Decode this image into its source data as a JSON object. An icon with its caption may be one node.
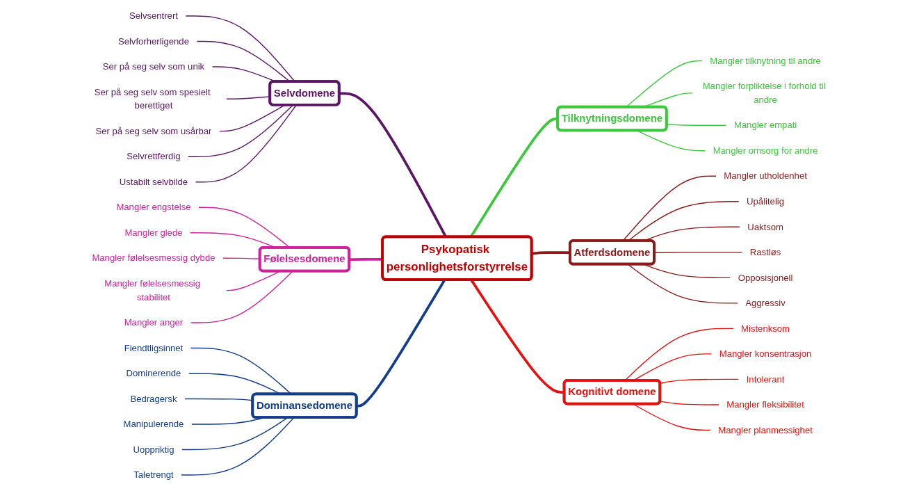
{
  "diagram": {
    "nodes": [
      {
        "text": [
          "Psykopatisk personlighetsforstyrrelse"
        ]
      },
      {
        "text": [
          "Selvdomene"
        ]
      },
      {
        "text": [
          "Selvsentrert"
        ]
      },
      {
        "text": [
          "Selvforherligende"
        ]
      },
      {
        "text": [
          "Ser på seg selv som unik"
        ]
      },
      {
        "text": [
          "Ser på seg selv som spesielt berettiget"
        ]
      },
      {
        "text": [
          "Ser på seg selv som usårbar"
        ]
      },
      {
        "text": [
          "Selvrettferdig"
        ]
      },
      {
        "text": [
          "Ustabilt selvbilde"
        ]
      },
      {
        "text": [
          "Tilknytningsdomene"
        ]
      },
      {
        "text": [
          "Mangler tilknytning til andre"
        ]
      },
      {
        "text": [
          "Mangler forpliktelse i forhold til andre"
        ]
      },
      {
        "text": [
          "Mangler empati"
        ]
      },
      {
        "text": [
          "Mangler omsorg for andre"
        ]
      },
      {
        "text": [
          "Følelsesdomene"
        ]
      },
      {
        "text": [
          "Mangler engstelse"
        ]
      },
      {
        "text": [
          "Mangler glede"
        ]
      },
      {
        "text": [
          "Mangler følelsesmessig dybde"
        ]
      },
      {
        "text": [
          "Mangler følelsesmessig stabilitet"
        ]
      },
      {
        "text": [
          "Mangler anger"
        ]
      },
      {
        "text": [
          "Atferdsdomene"
        ]
      },
      {
        "text": [
          "Mangler utholdenhet"
        ]
      },
      {
        "text": [
          "Upålitelig"
        ]
      },
      {
        "text": [
          "Uaktsom"
        ]
      },
      {
        "text": [
          "Rastløs"
        ]
      },
      {
        "text": [
          "Opposisjonell"
        ]
      },
      {
        "text": [
          "Aggressiv"
        ]
      },
      {
        "text": [
          "Dominansedomene"
        ]
      },
      {
        "text": [
          "Fiendtligsinnet"
        ]
      },
      {
        "text": [
          "Dominerende"
        ]
      },
      {
        "text": [
          "Bedragersk"
        ]
      },
      {
        "text": [
          "Manipulerende"
        ]
      },
      {
        "text": [
          "Uoppriktig"
        ]
      },
      {
        "text": [
          "Taletrengt"
        ]
      },
      {
        "text": [
          "Kognitivt domene"
        ]
      },
      {
        "text": [
          "Mistenksom"
        ]
      },
      {
        "text": [
          "Mangler konsentrasjon"
        ]
      },
      {
        "text": [
          "Intolerant"
        ]
      },
      {
        "text": [
          "Mangler fleksibilitet"
        ]
      },
      {
        "text": [
          "Mangler planmessighet"
        ]
      }
    ],
    "edges": [
      {
        "from": 0,
        "to": 1,
        "arrow": "none",
        "style": "thick",
        "color": "#5c1466"
      },
      {
        "from": 1,
        "to": 2,
        "arrow": "none",
        "color": "#5c1466"
      },
      {
        "from": 1,
        "to": 3,
        "arrow": "none",
        "color": "#5c1466"
      },
      {
        "from": 1,
        "to": 4,
        "arrow": "none",
        "color": "#5c1466"
      },
      {
        "from": 1,
        "to": 5,
        "arrow": "none",
        "color": "#5c1466"
      },
      {
        "from": 1,
        "to": 6,
        "arrow": "none",
        "color": "#5c1466"
      },
      {
        "from": 1,
        "to": 7,
        "arrow": "none",
        "color": "#5c1466"
      },
      {
        "from": 1,
        "to": 8,
        "arrow": "none",
        "color": "#5c1466"
      },
      {
        "from": 0,
        "to": 9,
        "arrow": "none",
        "style": "thick",
        "color": "#3cc83c"
      },
      {
        "from": 9,
        "to": 10,
        "arrow": "none",
        "color": "#3cc83c"
      },
      {
        "from": 9,
        "to": 11,
        "arrow": "none",
        "color": "#3cc83c"
      },
      {
        "from": 9,
        "to": 12,
        "arrow": "none",
        "color": "#3cc83c"
      },
      {
        "from": 9,
        "to": 13,
        "arrow": "none",
        "color": "#3cc83c"
      },
      {
        "from": 0,
        "to": 14,
        "arrow": "none",
        "style": "thick",
        "color": "#d0219c"
      },
      {
        "from": 14,
        "to": 15,
        "arrow": "none",
        "color": "#d0219c"
      },
      {
        "from": 14,
        "to": 16,
        "arrow": "none",
        "color": "#d0219c"
      },
      {
        "from": 14,
        "to": 17,
        "arrow": "none",
        "color": "#d0219c"
      },
      {
        "from": 14,
        "to": 18,
        "arrow": "none",
        "color": "#d0219c"
      },
      {
        "from": 14,
        "to": 19,
        "arrow": "none",
        "color": "#d0219c"
      },
      {
        "from": 0,
        "to": 20,
        "arrow": "none",
        "style": "thick",
        "color": "#8b1a1a"
      },
      {
        "from": 20,
        "to": 21,
        "arrow": "none",
        "color": "#8b1a1a"
      },
      {
        "from": 20,
        "to": 22,
        "arrow": "none",
        "color": "#8b1a1a"
      },
      {
        "from": 20,
        "to": 23,
        "arrow": "none",
        "color": "#8b1a1a"
      },
      {
        "from": 20,
        "to": 24,
        "arrow": "none",
        "color": "#8b1a1a"
      },
      {
        "from": 20,
        "to": 25,
        "arrow": "none",
        "color": "#8b1a1a"
      },
      {
        "from": 20,
        "to": 26,
        "arrow": "none",
        "color": "#8b1a1a"
      },
      {
        "from": 0,
        "to": 27,
        "arrow": "none",
        "style": "thick",
        "color": "#123d8c"
      },
      {
        "from": 27,
        "to": 28,
        "arrow": "none",
        "color": "#123d8c"
      },
      {
        "from": 27,
        "to": 29,
        "arrow": "none",
        "color": "#123d8c"
      },
      {
        "from": 27,
        "to": 30,
        "arrow": "none",
        "color": "#123d8c"
      },
      {
        "from": 27,
        "to": 31,
        "arrow": "none",
        "color": "#123d8c"
      },
      {
        "from": 27,
        "to": 32,
        "arrow": "none",
        "color": "#123d8c"
      },
      {
        "from": 27,
        "to": 33,
        "arrow": "none",
        "color": "#123d8c"
      },
      {
        "from": 0,
        "to": 34,
        "arrow": "none",
        "style": "thick",
        "color": "#e3120f"
      },
      {
        "from": 34,
        "to": 35,
        "arrow": "none",
        "color": "#e3120f"
      },
      {
        "from": 34,
        "to": 36,
        "arrow": "none",
        "color": "#e3120f"
      },
      {
        "from": 34,
        "to": 37,
        "arrow": "none",
        "color": "#e3120f"
      },
      {
        "from": 34,
        "to": 38,
        "arrow": "none",
        "color": "#e3120f"
      },
      {
        "from": 34,
        "to": 39,
        "arrow": "none",
        "color": "#e3120f"
      }
    ]
  }
}
